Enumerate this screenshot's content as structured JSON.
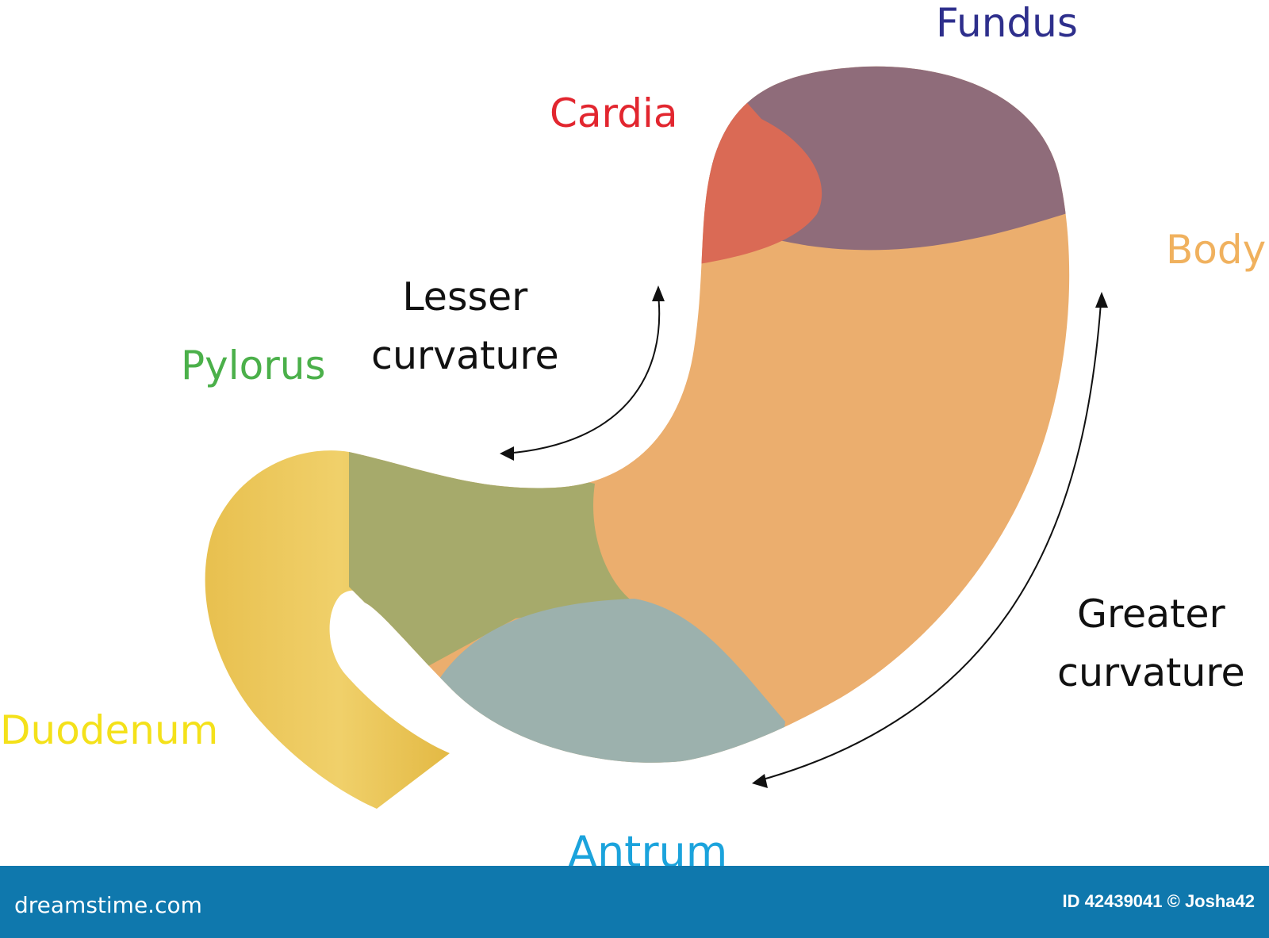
{
  "labels": {
    "fundus": "Fundus",
    "cardia": "Cardia",
    "body": "Body",
    "pylorus": "Pylorus",
    "duodenum": "Duodenum",
    "antrum": "Antrum",
    "lesser_curvature": [
      "Lesser",
      "curvature"
    ],
    "greater_curvature": [
      "Greater",
      "curvature"
    ]
  },
  "colors": {
    "fundus_label": "#2e2f8c",
    "cardia_label": "#e2262f",
    "body_label": "#f0b15e",
    "pylorus_label": "#4bb04a",
    "duodenum_label": "#f4e11a",
    "antrum_label": "#1ba3dc",
    "curvature_label": "#111111",
    "fundus_region": "#8f6c7a",
    "cardia_region": "#da6a55",
    "body_region": "#ebae6e",
    "pylorus_region": "#a6aa6b",
    "antrum_region": "#9cb1ad",
    "duodenum_region": "#ecc655",
    "footer_bar": "#0f78ad"
  },
  "footer": {
    "brand": "dreamstime.com",
    "id_text": "ID 42439041 © Josha42"
  }
}
